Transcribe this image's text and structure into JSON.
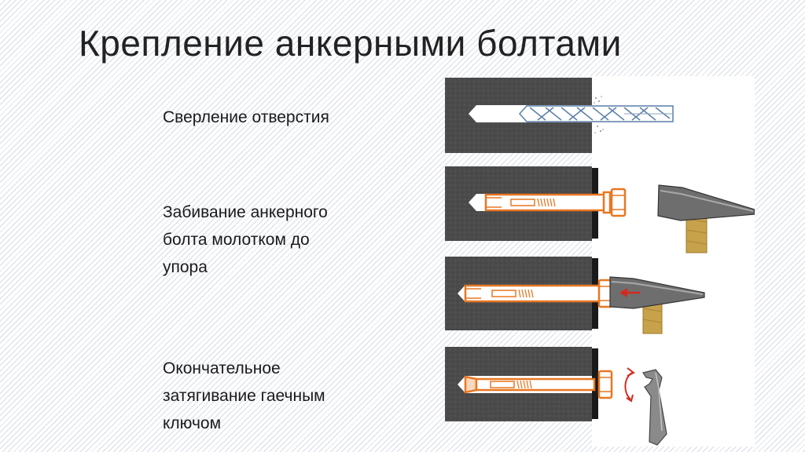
{
  "title": "Крепление анкерными болтами",
  "steps": [
    {
      "lines": [
        "Сверление отверстия"
      ]
    },
    {
      "lines": [
        "Забивание анкерного",
        "болта молотком до",
        "упора"
      ]
    },
    {
      "lines": [
        "Окончательное",
        "затягивание гаечным",
        "ключом"
      ]
    }
  ],
  "colors": {
    "concrete": "#4a4a4a",
    "bolt": "#e87722",
    "drill": "#5a7fa8",
    "hammer_head": "#6e6e6e",
    "hammer_handle": "#c8a24a",
    "arrow": "#d42a1e",
    "wrench": "#8a8a8a"
  },
  "icons": [
    "drill-bit-icon",
    "hammer-icon",
    "wrench-icon",
    "rotation-arrow-icon",
    "direction-arrow-icon"
  ]
}
